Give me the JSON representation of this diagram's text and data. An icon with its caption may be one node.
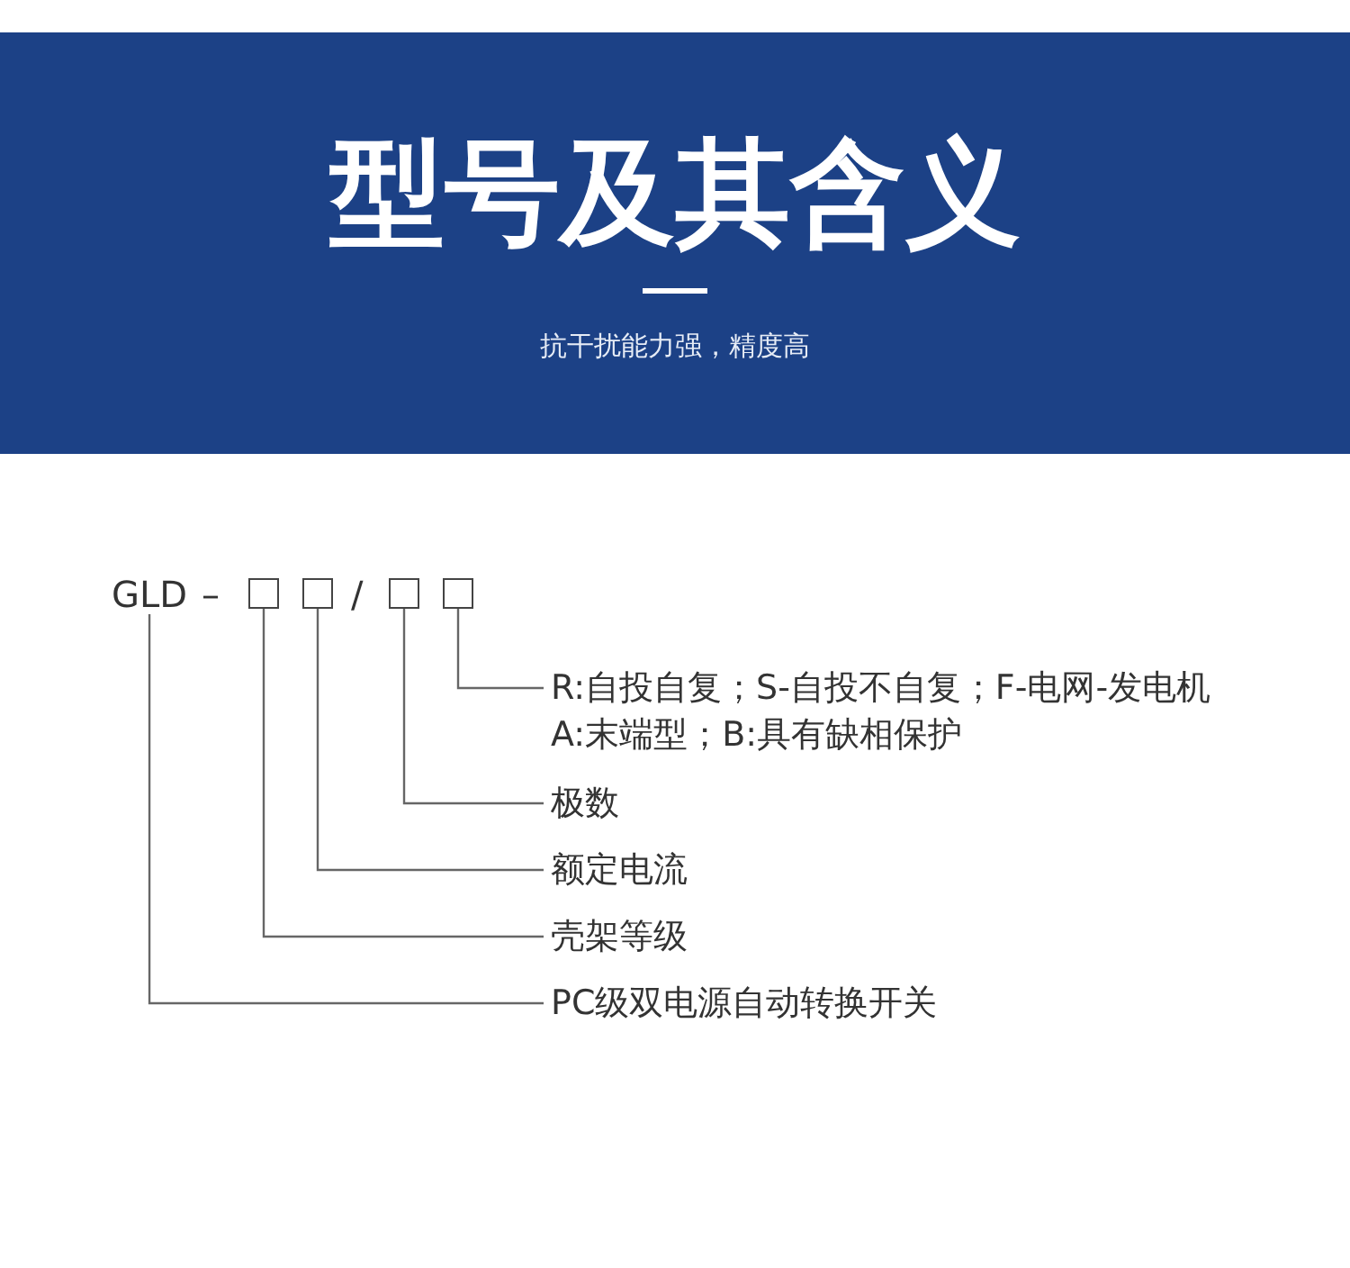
{
  "diagram": {
    "title": "型号及其含义",
    "nodes": [
      {
        "text": [
          "GLD"
        ]
      },
      {
        "text": [],
        "shape": "box"
      },
      {
        "text": [],
        "shape": "box"
      },
      {
        "text": [],
        "shape": "box"
      },
      {
        "text": [],
        "shape": "box"
      },
      {
        "text": [
          "R:自投自复；S-自投不自复；F-电网-发电机",
          "A:末端型；B:具有缺相保护"
        ]
      },
      {
        "text": [
          "极数"
        ]
      },
      {
        "text": [
          "额定电流"
        ]
      },
      {
        "text": [
          "壳架等级"
        ]
      },
      {
        "text": [
          "PC级双电源自动转换开关"
        ]
      }
    ],
    "edges": [
      {
        "from": 4,
        "to": 5,
        "arrow": "none"
      },
      {
        "from": 3,
        "to": 6,
        "arrow": "none"
      },
      {
        "from": 2,
        "to": 7,
        "arrow": "none"
      },
      {
        "from": 1,
        "to": 8,
        "arrow": "none"
      },
      {
        "from": 0,
        "to": 9,
        "arrow": "none"
      }
    ],
    "labels": [
      "抗干扰能力强，精度高",
      "–",
      "/"
    ]
  }
}
